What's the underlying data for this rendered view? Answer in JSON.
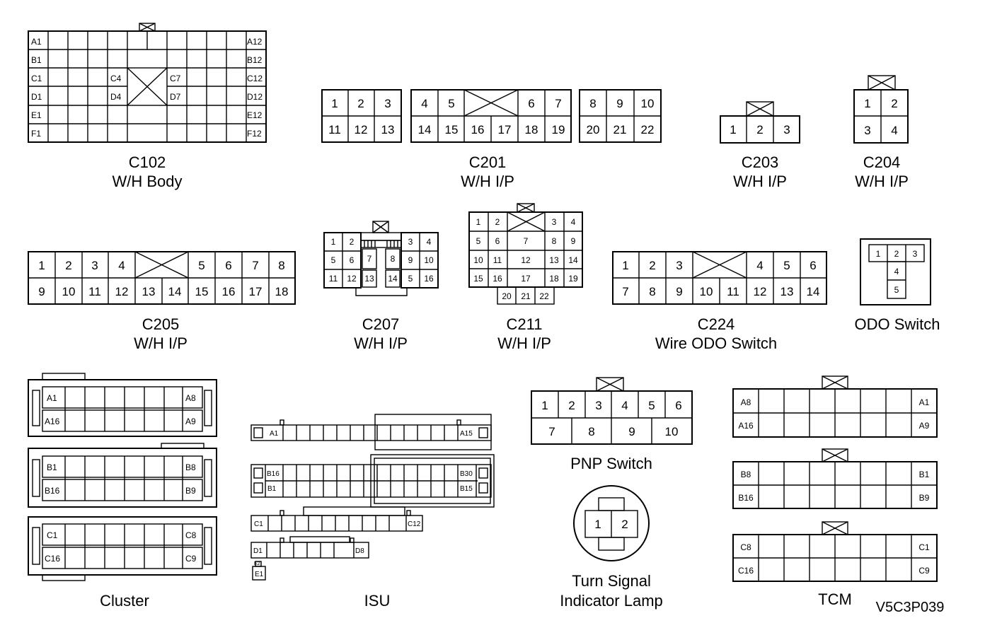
{
  "figure_id": "V5C3P039",
  "connectors": {
    "c102": {
      "name": "C102",
      "desc": "W/H Body",
      "pins": [
        "A1",
        "B1",
        "C1",
        "D1",
        "E1",
        "F1",
        "A12",
        "B12",
        "C12",
        "D12",
        "E12",
        "F12",
        "C4",
        "D4",
        "C7",
        "D7"
      ]
    },
    "c201": {
      "name": "C201",
      "desc": "W/H I/P",
      "pins": [
        "1",
        "2",
        "3",
        "4",
        "5",
        "6",
        "7",
        "8",
        "9",
        "10",
        "11",
        "12",
        "13",
        "14",
        "15",
        "16",
        "17",
        "18",
        "19",
        "20",
        "21",
        "22"
      ]
    },
    "c203": {
      "name": "C203",
      "desc": "W/H I/P",
      "pins": [
        "1",
        "2",
        "3"
      ]
    },
    "c204": {
      "name": "C204",
      "desc": "W/H I/P",
      "pins": [
        "1",
        "2",
        "3",
        "4"
      ]
    },
    "c205": {
      "name": "C205",
      "desc": "W/H I/P",
      "pins": [
        "1",
        "2",
        "3",
        "4",
        "5",
        "6",
        "7",
        "8",
        "9",
        "10",
        "11",
        "12",
        "13",
        "14",
        "15",
        "16",
        "17",
        "18"
      ]
    },
    "c207": {
      "name": "C207",
      "desc": "W/H I/P",
      "pins": [
        "1",
        "2",
        "3",
        "4",
        "5",
        "6",
        "7",
        "8",
        "9",
        "10",
        "11",
        "12",
        "13",
        "14",
        "5",
        "16"
      ]
    },
    "c211": {
      "name": "C211",
      "desc": "W/H I/P",
      "pins": [
        "1",
        "2",
        "3",
        "4",
        "5",
        "6",
        "7",
        "8",
        "9",
        "10",
        "11",
        "12",
        "13",
        "14",
        "15",
        "16",
        "17",
        "18",
        "19",
        "20",
        "21",
        "22"
      ]
    },
    "c224": {
      "name": "C224",
      "desc": "Wire ODO Switch",
      "pins": [
        "1",
        "2",
        "3",
        "4",
        "5",
        "6",
        "7",
        "8",
        "9",
        "10",
        "11",
        "12",
        "13",
        "14"
      ]
    },
    "odo": {
      "name": "ODO Switch",
      "pins": [
        "1",
        "2",
        "3",
        "4",
        "5"
      ]
    },
    "cluster": {
      "name": "Cluster",
      "pins": [
        "A1",
        "A8",
        "A16",
        "A9",
        "B1",
        "B8",
        "B16",
        "B9",
        "C1",
        "C8",
        "C16",
        "C9"
      ]
    },
    "isu": {
      "name": "ISU",
      "pins": [
        "A1",
        "A15",
        "B16",
        "B30",
        "B1",
        "B15",
        "C1",
        "C12",
        "D1",
        "D8",
        "E1",
        "E2"
      ]
    },
    "pnp": {
      "name": "PNP Switch",
      "pins": [
        "1",
        "2",
        "3",
        "4",
        "5",
        "6",
        "7",
        "8",
        "9",
        "10"
      ]
    },
    "turn": {
      "name_line1": "Turn Signal",
      "name_line2": "Indicator Lamp",
      "pins": [
        "1",
        "2"
      ]
    },
    "tcm": {
      "name": "TCM",
      "pins": [
        "A8",
        "A1",
        "A16",
        "A9",
        "B8",
        "B1",
        "B16",
        "B9",
        "C8",
        "C1",
        "C16",
        "C9"
      ]
    }
  }
}
